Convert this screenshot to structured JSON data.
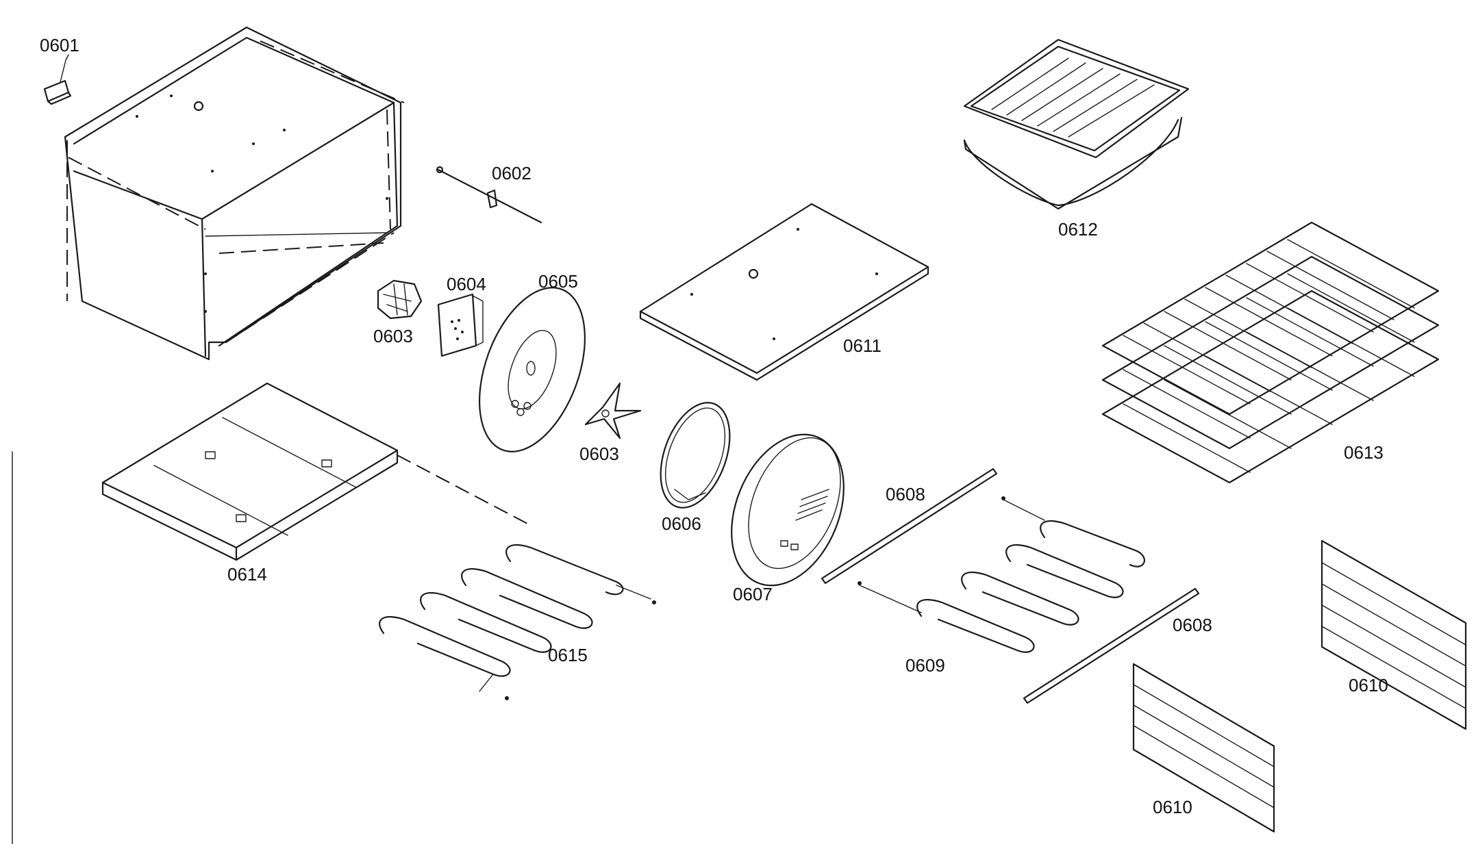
{
  "parts": [
    {
      "id": "p0601",
      "label": "0601"
    },
    {
      "id": "p0602",
      "label": "0602"
    },
    {
      "id": "p0603a",
      "label": "0603"
    },
    {
      "id": "p0603b",
      "label": "0603"
    },
    {
      "id": "p0604",
      "label": "0604"
    },
    {
      "id": "p0605",
      "label": "0605"
    },
    {
      "id": "p0606",
      "label": "0606"
    },
    {
      "id": "p0607",
      "label": "0607"
    },
    {
      "id": "p0608a",
      "label": "0608"
    },
    {
      "id": "p0608b",
      "label": "0608"
    },
    {
      "id": "p0609",
      "label": "0609"
    },
    {
      "id": "p0610a",
      "label": "0610"
    },
    {
      "id": "p0610b",
      "label": "0610"
    },
    {
      "id": "p0611",
      "label": "0611"
    },
    {
      "id": "p0612",
      "label": "0612"
    },
    {
      "id": "p0613",
      "label": "0613"
    },
    {
      "id": "p0614",
      "label": "0614"
    },
    {
      "id": "p0615",
      "label": "0615"
    }
  ]
}
